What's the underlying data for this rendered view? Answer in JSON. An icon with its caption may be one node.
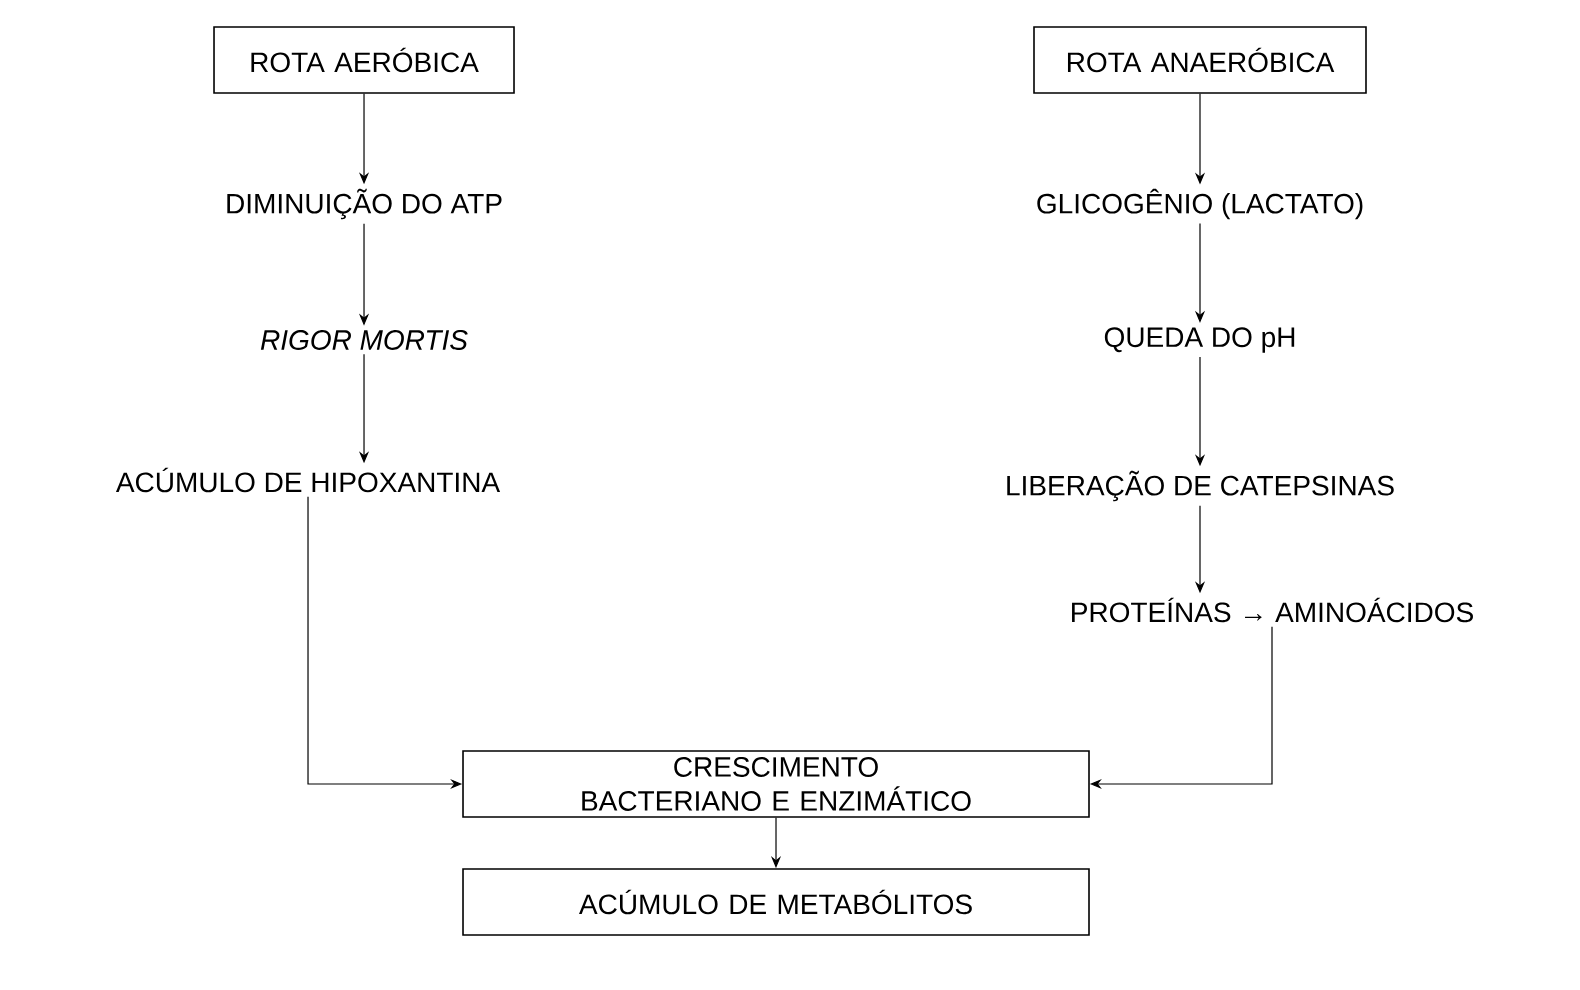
{
  "diagram": {
    "nodes": [
      {
        "text": [
          "ROTA AERÓBICA"
        ]
      },
      {
        "text": [
          "DIMINUIÇÃO DO ATP"
        ]
      },
      {
        "text": [
          "RIGOR MORTIS"
        ]
      },
      {
        "text": [
          "ACÚMULO DE HIPOXANTINA"
        ]
      },
      {
        "text": [
          "ROTA ANAERÓBICA"
        ]
      },
      {
        "text": [
          "GLICOGÊNIO (LACTATO)"
        ]
      },
      {
        "text": [
          "QUEDA DO pH"
        ]
      },
      {
        "text": [
          "LIBERAÇÃO DE CATEPSINAS"
        ]
      },
      {
        "text": [
          "PROTEÍNAS → AMINOÁCIDOS"
        ]
      },
      {
        "text": [
          "CRESCIMENTO BACTERIANO E ENZIMÁTICO"
        ]
      },
      {
        "text": [
          "ACÚMULO DE METABÓLITOS"
        ]
      }
    ],
    "edges": [
      {
        "from": 0,
        "to": 1,
        "arrow": "to"
      },
      {
        "from": 1,
        "to": 2,
        "arrow": "to"
      },
      {
        "from": 2,
        "to": 3,
        "arrow": "to"
      },
      {
        "from": 4,
        "to": 5,
        "arrow": "to"
      },
      {
        "from": 5,
        "to": 6,
        "arrow": "to"
      },
      {
        "from": 6,
        "to": 7,
        "arrow": "to"
      },
      {
        "from": 7,
        "to": 8,
        "arrow": "to"
      },
      {
        "from": 3,
        "to": 9,
        "arrow": "to"
      },
      {
        "from": 8,
        "to": 9,
        "arrow": "to"
      },
      {
        "from": 9,
        "to": 10,
        "arrow": "to"
      }
    ]
  }
}
